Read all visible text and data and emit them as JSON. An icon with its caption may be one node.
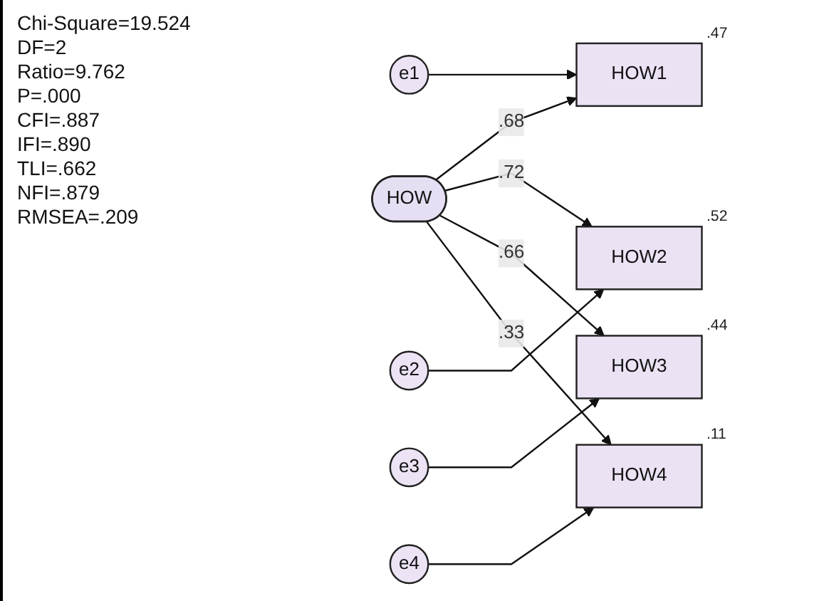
{
  "diagram": {
    "nodes": [
      {
        "text": [
          "HOW"
        ]
      },
      {
        "text": [
          "HOW1"
        ],
        "beside": [
          ".47"
        ]
      },
      {
        "text": [
          "HOW2"
        ],
        "beside": [
          ".52"
        ]
      },
      {
        "text": [
          "HOW3"
        ],
        "beside": [
          ".44"
        ]
      },
      {
        "text": [
          "HOW4"
        ],
        "beside": [
          ".11"
        ]
      },
      {
        "text": [
          "e1"
        ]
      },
      {
        "text": [
          "e2"
        ]
      },
      {
        "text": [
          "e3"
        ]
      },
      {
        "text": [
          "e4"
        ]
      }
    ],
    "edges": [
      {
        "from": 0,
        "to": 1,
        "arrow": "to",
        "label": ".68"
      },
      {
        "from": 0,
        "to": 2,
        "arrow": "to",
        "label": ".72"
      },
      {
        "from": 0,
        "to": 3,
        "arrow": "to",
        "label": ".66"
      },
      {
        "from": 0,
        "to": 4,
        "arrow": "to",
        "label": ".33"
      },
      {
        "from": 5,
        "to": 1,
        "arrow": "to"
      },
      {
        "from": 6,
        "to": 2,
        "arrow": "to"
      },
      {
        "from": 7,
        "to": 3,
        "arrow": "to"
      },
      {
        "from": 8,
        "to": 4,
        "arrow": "to"
      }
    ],
    "labels": [
      "Chi-Square=19.524",
      "DF=2",
      "Ratio=9.762",
      "P=.000",
      "CFI=.887",
      "IFI=.890",
      "TLI=.662",
      "NFI=.879",
      "RMSEA=.209"
    ]
  }
}
